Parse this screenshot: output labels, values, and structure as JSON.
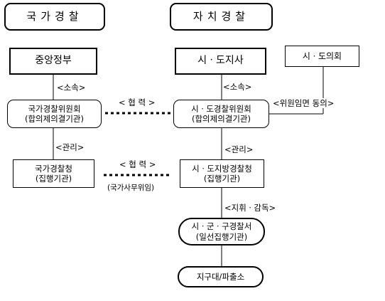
{
  "headers": {
    "national": "국가경찰",
    "autonomous": "자치경찰"
  },
  "nodes": {
    "central_gov": "중앙정부",
    "national_committee": {
      "line1": "국가경찰위원회",
      "line2": "(합의제의결기관)"
    },
    "national_agency": {
      "line1": "국가경찰청",
      "line2": "(집행기관)"
    },
    "governor": "시ㆍ도지사",
    "council": "시ㆍ도의회",
    "local_committee": {
      "line1": "시ㆍ도경찰위원회",
      "line2": "(합의제의결기관)"
    },
    "local_agency": {
      "line1": "시ㆍ도지방경찰청",
      "line2": "(집행기관)"
    },
    "district_station": {
      "line1": "시ㆍ군ㆍ구경찰서",
      "line2": "(일선집행기관)"
    },
    "police_box": "지구대/파출소"
  },
  "labels": {
    "affiliation_left": "<소속>",
    "affiliation_right": "<소속>",
    "cooperation_top": "< 협 력 >",
    "appointment_consent": "<위원임면 동의>",
    "management_left": "<관리>",
    "management_right": "<관리>",
    "cooperation_bottom": "< 협 력 >",
    "delegated_affairs": "(국가사무위임)",
    "direction_supervision": "<지휘ㆍ감독>"
  }
}
